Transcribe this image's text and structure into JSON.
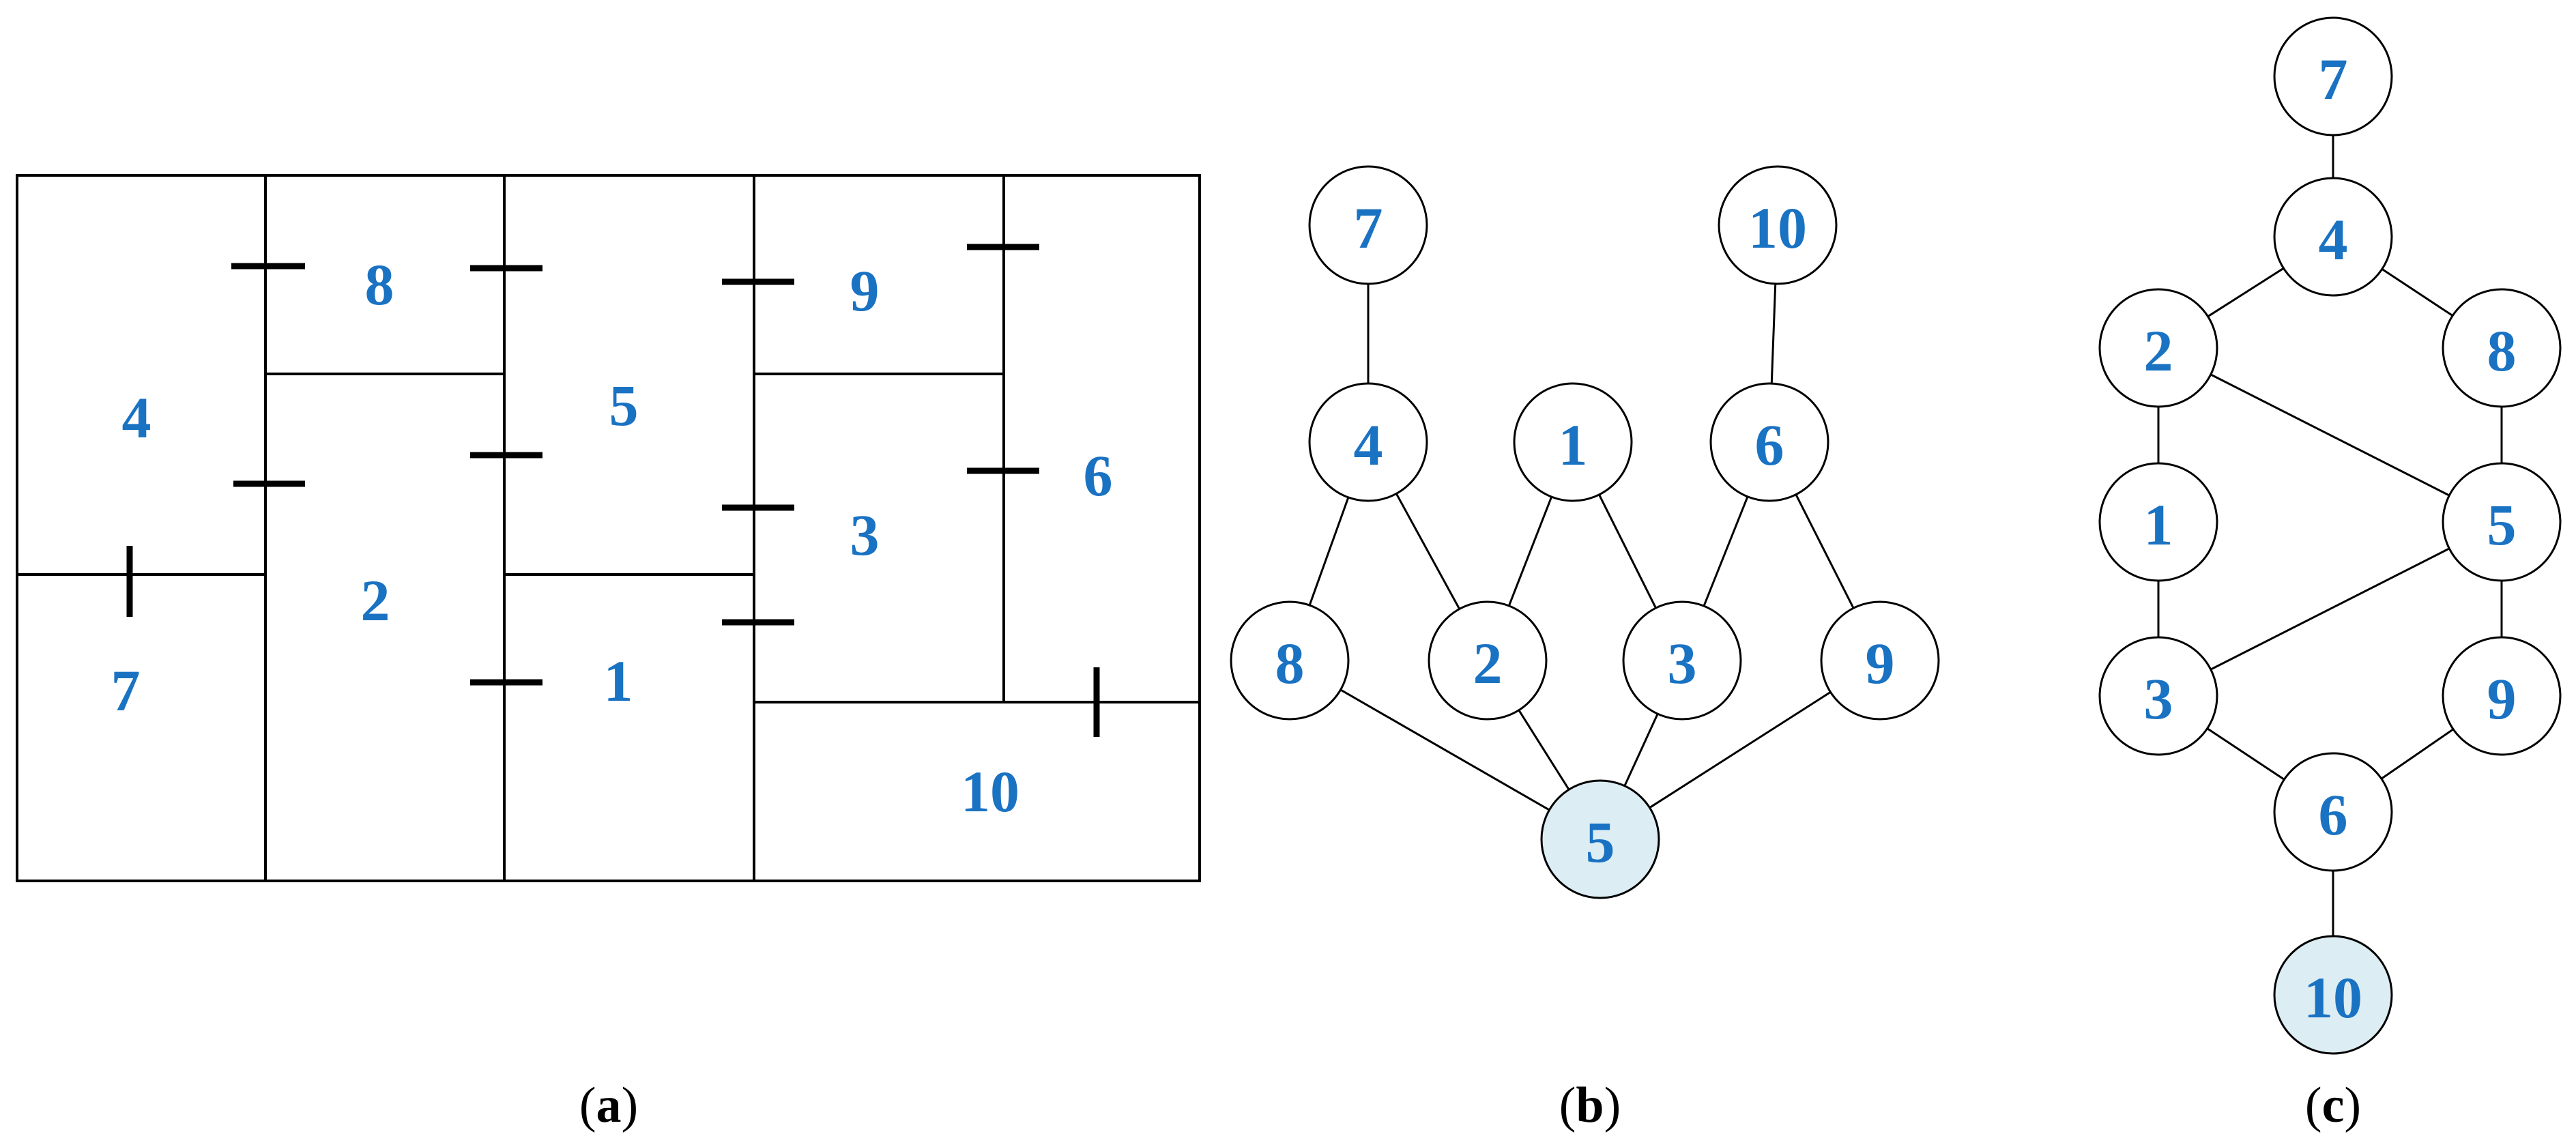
{
  "colors": {
    "label": "#1a72c2",
    "root_fill": "#dcedf3",
    "node_fill": "#ffffff",
    "line": "#000000"
  },
  "panel_a": {
    "caption": {
      "open": "(",
      "letter": "a",
      "close": ")"
    },
    "rooms": [
      {
        "id": "4",
        "label": "4"
      },
      {
        "id": "8",
        "label": "8"
      },
      {
        "id": "5",
        "label": "5"
      },
      {
        "id": "9",
        "label": "9"
      },
      {
        "id": "6",
        "label": "6"
      },
      {
        "id": "7",
        "label": "7"
      },
      {
        "id": "2",
        "label": "2"
      },
      {
        "id": "1",
        "label": "1"
      },
      {
        "id": "3",
        "label": "3"
      },
      {
        "id": "10",
        "label": "10"
      }
    ]
  },
  "panel_b": {
    "caption": {
      "open": "(",
      "letter": "b",
      "close": ")"
    },
    "root": "5",
    "nodes": [
      "7",
      "10",
      "4",
      "1",
      "6",
      "8",
      "2",
      "3",
      "9",
      "5"
    ],
    "edges": [
      [
        "7",
        "4"
      ],
      [
        "10",
        "6"
      ],
      [
        "4",
        "8"
      ],
      [
        "4",
        "2"
      ],
      [
        "1",
        "2"
      ],
      [
        "1",
        "3"
      ],
      [
        "6",
        "3"
      ],
      [
        "6",
        "9"
      ],
      [
        "8",
        "5"
      ],
      [
        "2",
        "5"
      ],
      [
        "3",
        "5"
      ],
      [
        "9",
        "5"
      ]
    ]
  },
  "panel_c": {
    "caption": {
      "open": "(",
      "letter": "c",
      "close": ")"
    },
    "root": "10",
    "nodes": [
      "7",
      "4",
      "2",
      "8",
      "1",
      "5",
      "3",
      "9",
      "6",
      "10"
    ],
    "edges": [
      [
        "7",
        "4"
      ],
      [
        "4",
        "2"
      ],
      [
        "4",
        "8"
      ],
      [
        "2",
        "1"
      ],
      [
        "2",
        "5"
      ],
      [
        "8",
        "5"
      ],
      [
        "1",
        "3"
      ],
      [
        "5",
        "3"
      ],
      [
        "5",
        "9"
      ],
      [
        "3",
        "6"
      ],
      [
        "9",
        "6"
      ],
      [
        "6",
        "10"
      ]
    ]
  }
}
